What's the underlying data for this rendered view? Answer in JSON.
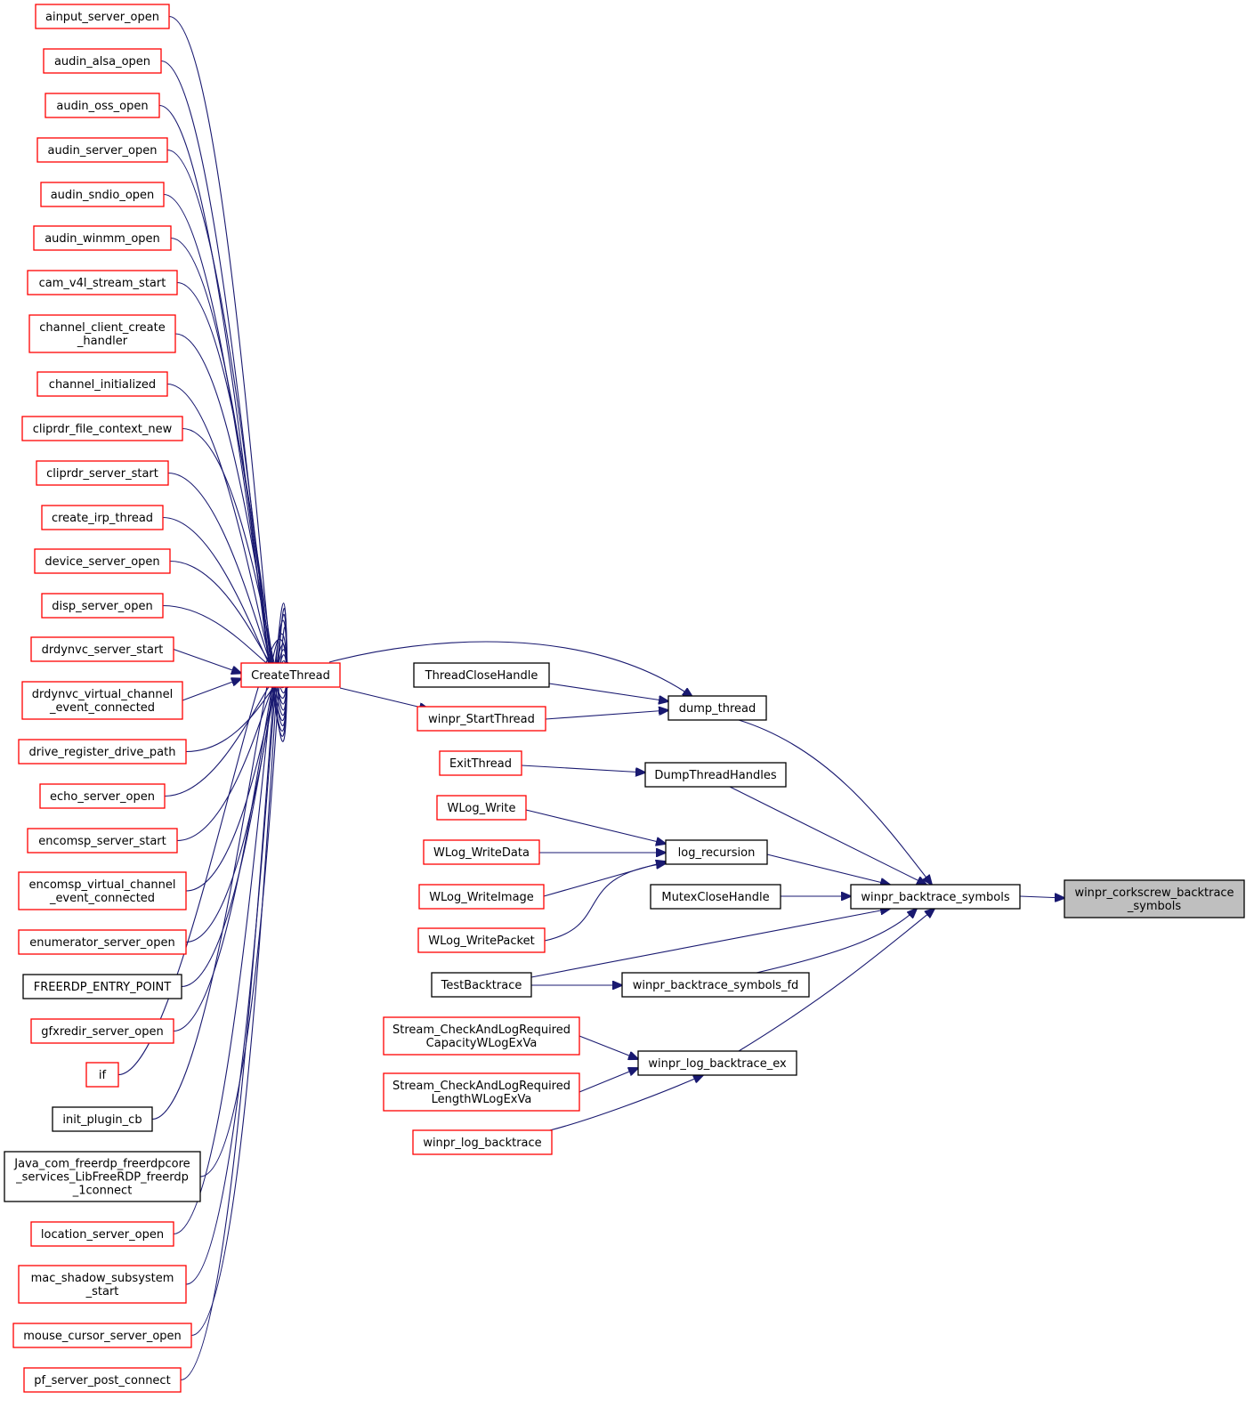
{
  "colors": {
    "edge": "#191970",
    "truncated_border": "#ff0000",
    "normal_border": "#000000",
    "focus_fill": "#bfbfbf"
  },
  "nodes": {
    "ainput_server_open": {
      "lines": [
        "ainput_server_open"
      ],
      "style": "red"
    },
    "audin_alsa_open": {
      "lines": [
        "audin_alsa_open"
      ],
      "style": "red"
    },
    "audin_oss_open": {
      "lines": [
        "audin_oss_open"
      ],
      "style": "red"
    },
    "audin_server_open": {
      "lines": [
        "audin_server_open"
      ],
      "style": "red"
    },
    "audin_sndio_open": {
      "lines": [
        "audin_sndio_open"
      ],
      "style": "red"
    },
    "audin_winmm_open": {
      "lines": [
        "audin_winmm_open"
      ],
      "style": "red"
    },
    "cam_v4l_stream_start": {
      "lines": [
        "cam_v4l_stream_start"
      ],
      "style": "red"
    },
    "channel_client_create_handler": {
      "lines": [
        "channel_client_create",
        "_handler"
      ],
      "style": "red"
    },
    "channel_initialized": {
      "lines": [
        "channel_initialized"
      ],
      "style": "red"
    },
    "cliprdr_file_context_new": {
      "lines": [
        "cliprdr_file_context_new"
      ],
      "style": "red"
    },
    "cliprdr_server_start": {
      "lines": [
        "cliprdr_server_start"
      ],
      "style": "red"
    },
    "create_irp_thread": {
      "lines": [
        "create_irp_thread"
      ],
      "style": "red"
    },
    "device_server_open": {
      "lines": [
        "device_server_open"
      ],
      "style": "red"
    },
    "disp_server_open": {
      "lines": [
        "disp_server_open"
      ],
      "style": "red"
    },
    "drdynvc_server_start": {
      "lines": [
        "drdynvc_server_start"
      ],
      "style": "red"
    },
    "drdynvc_virtual_channel_event_connected": {
      "lines": [
        "drdynvc_virtual_channel",
        "_event_connected"
      ],
      "style": "red"
    },
    "drive_register_drive_path": {
      "lines": [
        "drive_register_drive_path"
      ],
      "style": "red"
    },
    "echo_server_open": {
      "lines": [
        "echo_server_open"
      ],
      "style": "red"
    },
    "encomsp_server_start": {
      "lines": [
        "encomsp_server_start"
      ],
      "style": "red"
    },
    "encomsp_virtual_channel_event_connected": {
      "lines": [
        "encomsp_virtual_channel",
        "_event_connected"
      ],
      "style": "red"
    },
    "enumerator_server_open": {
      "lines": [
        "enumerator_server_open"
      ],
      "style": "red"
    },
    "FREERDP_ENTRY_POINT": {
      "lines": [
        "FREERDP_ENTRY_POINT"
      ],
      "style": "black"
    },
    "gfxredir_server_open": {
      "lines": [
        "gfxredir_server_open"
      ],
      "style": "red"
    },
    "if": {
      "lines": [
        "if"
      ],
      "style": "red"
    },
    "init_plugin_cb": {
      "lines": [
        "init_plugin_cb"
      ],
      "style": "black"
    },
    "Java_connect": {
      "lines": [
        "Java_com_freerdp_freerdpcore",
        "_services_LibFreeRDP_freerdp",
        "_1connect"
      ],
      "style": "black"
    },
    "location_server_open": {
      "lines": [
        "location_server_open"
      ],
      "style": "red"
    },
    "mac_shadow_subsystem_start": {
      "lines": [
        "mac_shadow_subsystem",
        "_start"
      ],
      "style": "red"
    },
    "mouse_cursor_server_open": {
      "lines": [
        "mouse_cursor_server_open"
      ],
      "style": "red"
    },
    "pf_server_post_connect": {
      "lines": [
        "pf_server_post_connect"
      ],
      "style": "red"
    },
    "CreateThread": {
      "lines": [
        "CreateThread"
      ],
      "style": "red"
    },
    "ThreadCloseHandle": {
      "lines": [
        "ThreadCloseHandle"
      ],
      "style": "black"
    },
    "winpr_StartThread": {
      "lines": [
        "winpr_StartThread"
      ],
      "style": "red"
    },
    "dump_thread": {
      "lines": [
        "dump_thread"
      ],
      "style": "black"
    },
    "ExitThread": {
      "lines": [
        "ExitThread"
      ],
      "style": "red"
    },
    "DumpThreadHandles": {
      "lines": [
        "DumpThreadHandles"
      ],
      "style": "black"
    },
    "WLog_Write": {
      "lines": [
        "WLog_Write"
      ],
      "style": "red"
    },
    "WLog_WriteData": {
      "lines": [
        "WLog_WriteData"
      ],
      "style": "red"
    },
    "WLog_WriteImage": {
      "lines": [
        "WLog_WriteImage"
      ],
      "style": "red"
    },
    "WLog_WritePacket": {
      "lines": [
        "WLog_WritePacket"
      ],
      "style": "red"
    },
    "log_recursion": {
      "lines": [
        "log_recursion"
      ],
      "style": "black"
    },
    "MutexCloseHandle": {
      "lines": [
        "MutexCloseHandle"
      ],
      "style": "black"
    },
    "winpr_backtrace_symbols": {
      "lines": [
        "winpr_backtrace_symbols"
      ],
      "style": "black"
    },
    "TestBacktrace": {
      "lines": [
        "TestBacktrace"
      ],
      "style": "black"
    },
    "winpr_backtrace_symbols_fd": {
      "lines": [
        "winpr_backtrace_symbols_fd"
      ],
      "style": "black"
    },
    "Stream_CheckAndLogRequiredCapacityWLogExVa": {
      "lines": [
        "Stream_CheckAndLogRequired",
        "CapacityWLogExVa"
      ],
      "style": "red"
    },
    "Stream_CheckAndLogRequiredLengthWLogExVa": {
      "lines": [
        "Stream_CheckAndLogRequired",
        "LengthWLogExVa"
      ],
      "style": "red"
    },
    "winpr_log_backtrace": {
      "lines": [
        "winpr_log_backtrace"
      ],
      "style": "red"
    },
    "winpr_log_backtrace_ex": {
      "lines": [
        "winpr_log_backtrace_ex"
      ],
      "style": "black"
    },
    "winpr_corkscrew_backtrace_symbols": {
      "lines": [
        "winpr_corkscrew_backtrace",
        "_symbols"
      ],
      "style": "grey"
    }
  }
}
